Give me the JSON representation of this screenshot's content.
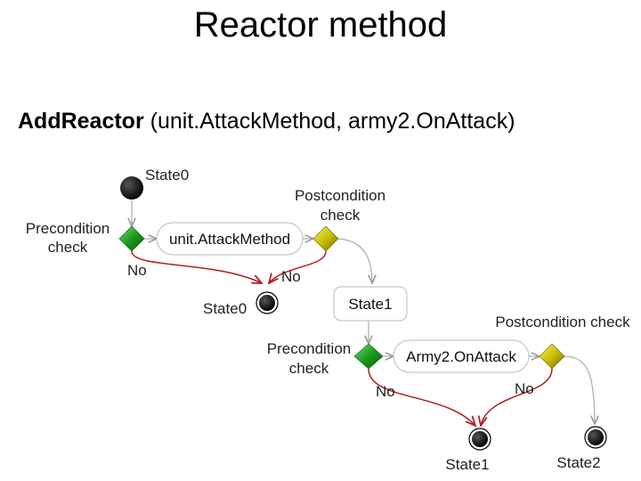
{
  "title": "Reactor method",
  "call": {
    "function": "AddReactor",
    "args": "(unit.AttackMethod, army2.OnAttack)"
  },
  "diagram": {
    "top_start_label": "State0",
    "pre1_label": [
      "Precondition",
      "check"
    ],
    "post1_label": [
      "Postcondition",
      "check"
    ],
    "action1": "unit.AttackMethod",
    "no1a": "No",
    "no1b": "No",
    "end0_label": "State0",
    "state1_box": "State1",
    "pre2_label": [
      "Precondition",
      "check"
    ],
    "post2_label": "Postcondition check",
    "action2": "Army2.OnAttack",
    "no2a": "No",
    "no2b": "No",
    "end1_label": "State1",
    "end2_label": "State2"
  },
  "colors": {
    "precondition": "#1a9a1a",
    "postcondition": "#c8c000",
    "failure_path": "#b02020",
    "flow": "#b0b0b0"
  }
}
